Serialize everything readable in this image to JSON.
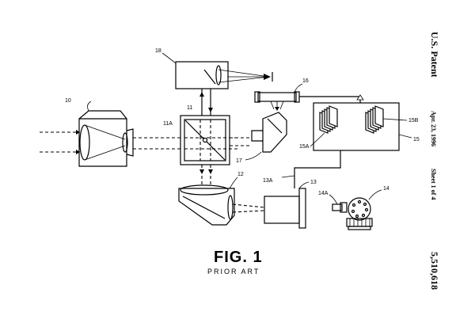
{
  "labels": {
    "l10": "10",
    "l11": "11",
    "l11a": "11A",
    "l12": "12",
    "l13": "13",
    "l13a": "13A",
    "l14": "14",
    "l14a": "14A",
    "l15": "15",
    "l15a": "15A",
    "l15b": "15B",
    "l16": "16",
    "l17": "17",
    "l18": "18"
  },
  "caption": {
    "fig": "FIG. 1",
    "sub": "PRIOR   ART"
  },
  "sidebar": {
    "patent": "U.S. Patent",
    "date": "Apr. 23, 1996",
    "sheet": "Sheet 1 of 4",
    "number": "5,510,618"
  }
}
